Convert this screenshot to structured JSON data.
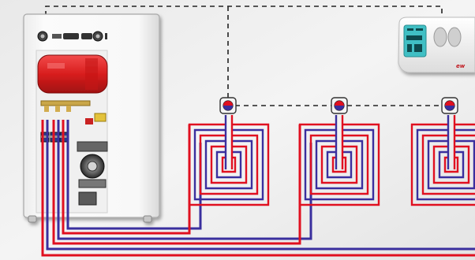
{
  "diagram": {
    "title": "",
    "zones": [
      {
        "id": "zone-1",
        "loop": "heating-loop-1",
        "valve": "thermostatic-valve-1"
      },
      {
        "id": "zone-2",
        "loop": "heating-loop-2",
        "valve": "thermostatic-valve-2"
      },
      {
        "id": "zone-3",
        "loop": "heating-loop-3",
        "valve": "thermostatic-valve-3"
      }
    ],
    "colors": {
      "background": "#eeeeee",
      "supply_pipe": "#e01020",
      "return_pipe": "#3a2f9e",
      "control_wire": "#222222",
      "boiler_body": "#f6f6f6",
      "expansion_tank": "#e42b2b",
      "thermostat_screen": "#3fbfc4",
      "brand_text": "#c0141c"
    },
    "icons": {
      "valve": "thermostatic-valve-icon",
      "thermostat": "room-thermostat-icon",
      "boiler": "boiler-icon"
    }
  },
  "thermostat": {
    "brand": "ew"
  }
}
